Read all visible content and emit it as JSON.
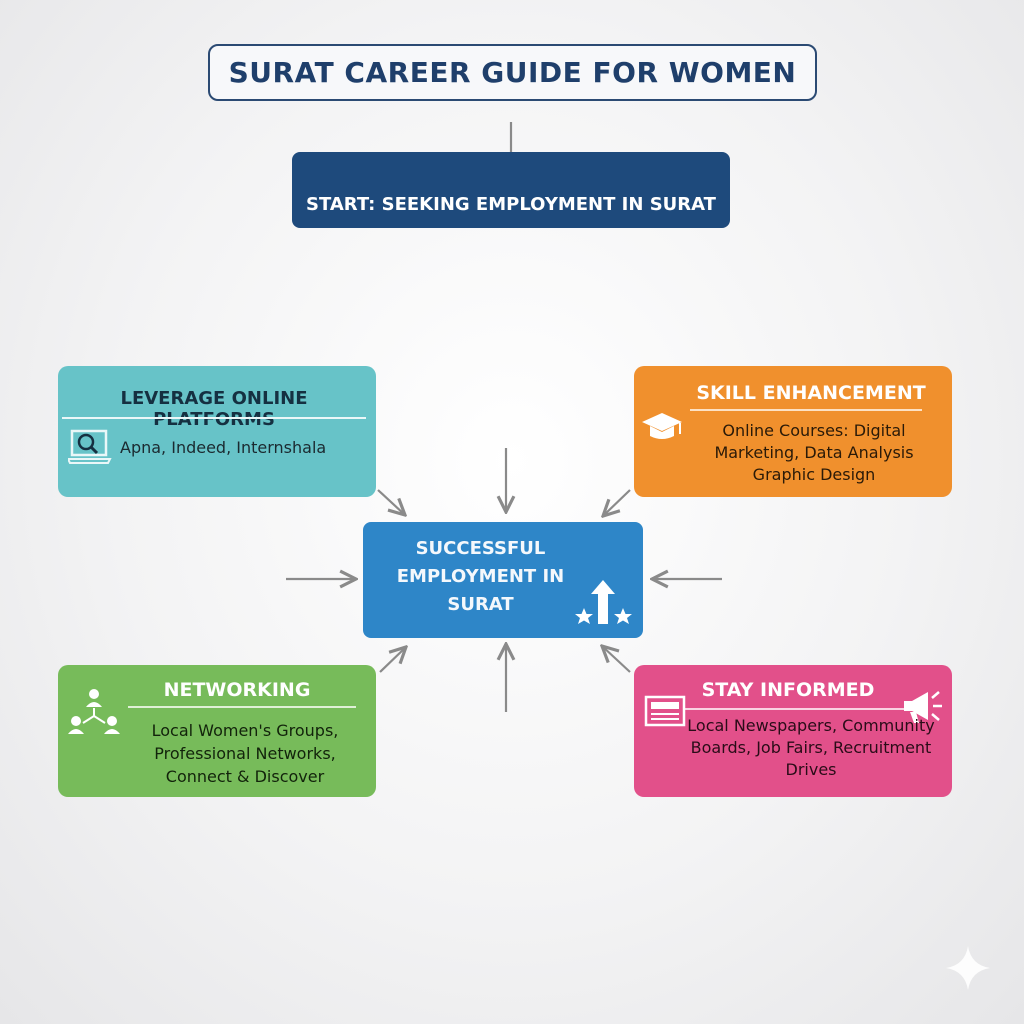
{
  "title": "SURAT CAREER GUIDE FOR WOMEN",
  "start": "START: SEEKING EMPLOYMENT IN SURAT",
  "center": {
    "label": "SUCCESSFUL EMPLOYMENT IN SURAT",
    "icon": "arrow-up-stars-icon"
  },
  "cards": {
    "online": {
      "title": "LEVERAGE ONLINE PLATFORMS",
      "text": "Apna, Indeed, Internshala",
      "icon": "laptop-search-icon",
      "color": "#67c3c8"
    },
    "skill": {
      "title": "SKILL ENHANCEMENT",
      "text": "Online Courses: Digital Marketing, Data Analysis Graphic Design",
      "icon": "graduation-cap-icon",
      "color": "#f0902d"
    },
    "networking": {
      "title": "NETWORKING",
      "text": "Local Women's Groups, Professional Networks, Connect & Discover",
      "icon": "people-network-icon",
      "color": "#77bb5a"
    },
    "informed": {
      "title": "STAY INFORMED",
      "text": "Local Newspapers, Community Boards, Job Fairs, Recruitment Drives",
      "icons": [
        "newspaper-icon",
        "megaphone-icon"
      ],
      "color": "#e2508a"
    }
  },
  "colors": {
    "title_border": "#2b4a73",
    "start_box": "#1e4a7c",
    "center_box": "#2e86c8",
    "arrows": "#8a8a8a"
  }
}
